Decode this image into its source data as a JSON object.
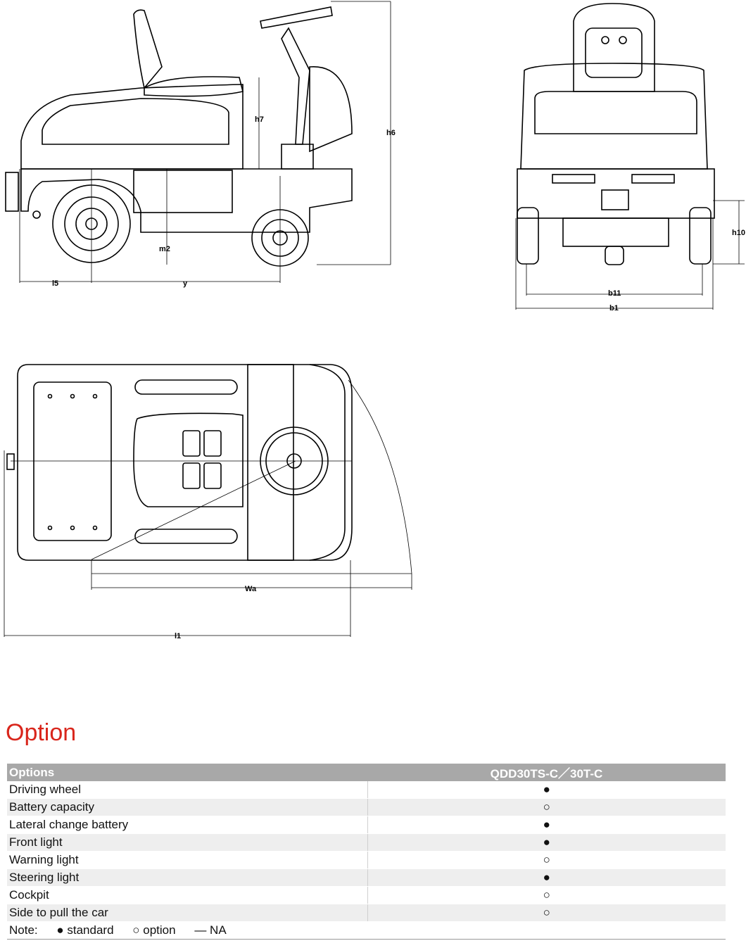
{
  "labels": {
    "h7": "h7",
    "h6": "h6",
    "m2": "m2",
    "l5": "l5",
    "y": "y",
    "h10": "h10",
    "b11": "b11",
    "b1": "b1",
    "wa": "Wa",
    "l1": "l1"
  },
  "section_title": "Option",
  "table": {
    "header_left": "Options",
    "header_right": "QDD30TS-C／30T-C",
    "rows": [
      {
        "name": "Driving wheel",
        "value": "●"
      },
      {
        "name": "Battery capacity",
        "value": "○"
      },
      {
        "name": "Lateral change battery",
        "value": "●"
      },
      {
        "name": "Front light",
        "value": "●"
      },
      {
        "name": "Warning light",
        "value": "○"
      },
      {
        "name": "Steering light",
        "value": "●"
      },
      {
        "name": "Cockpit",
        "value": "○"
      },
      {
        "name": "Side to pull the car",
        "value": "○"
      }
    ],
    "note": {
      "label": "Note:",
      "standard": "● standard",
      "option": "○ option",
      "na": "— NA"
    }
  }
}
